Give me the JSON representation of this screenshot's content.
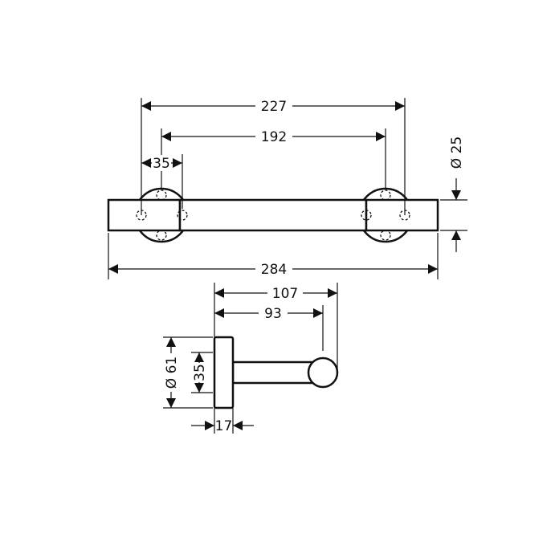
{
  "dimensions": {
    "overall_mount_width": "227",
    "inner_mount_width": "192",
    "rosette_hole_spacing": "35",
    "bar_diameter": "Ø 25",
    "total_length": "284",
    "projection_outer": "107",
    "projection_inner": "93",
    "rosette_diameter": "Ø 61",
    "side_hole_spacing": "35",
    "rosette_depth": "17"
  }
}
